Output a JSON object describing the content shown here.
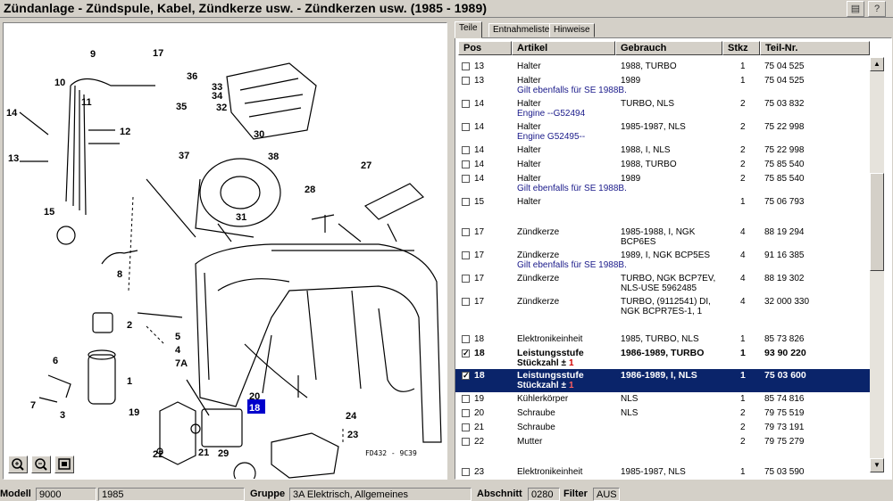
{
  "window": {
    "title": "Zündanlage - Zündspule, Kabel, Zündkerze usw. - Zündkerzen usw.    (1985 - 1989)",
    "toolbar_icons": [
      "print-icon",
      "help-icon"
    ]
  },
  "tabs": [
    {
      "label": "Teile",
      "active": true
    },
    {
      "label": "Entnahmeliste",
      "active": false
    },
    {
      "label": "Hinweise",
      "active": false
    }
  ],
  "columns": [
    "Pos",
    "Artikel",
    "Gebrauch",
    "Stkz",
    "Teil-Nr."
  ],
  "rows": [
    {
      "pos": "13",
      "artikel": "Halter",
      "gebrauch": "1988, TURBO",
      "stkz": "1",
      "teilnr": "75 04 525",
      "checked": false
    },
    {
      "pos": "13",
      "artikel": "Halter",
      "gebrauch": "1989",
      "stkz": "1",
      "teilnr": "75 04 525",
      "note": "Gilt ebenfalls für SE 1988B.",
      "checked": false
    },
    {
      "pos": "14",
      "artikel": "Halter",
      "gebrauch": "TURBO, NLS",
      "stkz": "2",
      "teilnr": "75 03 832",
      "note": "Engine --G52494",
      "checked": false
    },
    {
      "pos": "14",
      "artikel": "Halter",
      "gebrauch": "1985-1987, NLS",
      "stkz": "2",
      "teilnr": "75 22 998",
      "note": "Engine G52495--",
      "checked": false
    },
    {
      "pos": "14",
      "artikel": "Halter",
      "gebrauch": "1988, I, NLS",
      "stkz": "2",
      "teilnr": "75 22 998",
      "checked": false
    },
    {
      "pos": "14",
      "artikel": "Halter",
      "gebrauch": "1988, TURBO",
      "stkz": "2",
      "teilnr": "75 85 540",
      "checked": false
    },
    {
      "pos": "14",
      "artikel": "Halter",
      "gebrauch": "1989",
      "stkz": "2",
      "teilnr": "75 85 540",
      "note": "Gilt ebenfalls für SE 1988B.",
      "checked": false
    },
    {
      "pos": "15",
      "artikel": "Halter",
      "gebrauch": "",
      "stkz": "1",
      "teilnr": "75 06 793",
      "checked": false
    },
    {
      "pos": "17",
      "artikel": "Zündkerze",
      "gebrauch": "1985-1988, I, NGK",
      "gebrauch2": "BCP6ES",
      "stkz": "4",
      "teilnr": "88 19 294",
      "checked": false
    },
    {
      "pos": "17",
      "artikel": "Zündkerze",
      "gebrauch": "1989, I, NGK BCP5ES",
      "stkz": "4",
      "teilnr": "91 16 385",
      "note": "Gilt ebenfalls für SE 1988B.",
      "checked": false
    },
    {
      "pos": "17",
      "artikel": "Zündkerze",
      "gebrauch": "TURBO, NGK BCP7EV,",
      "gebrauch2": "NLS-USE 5962485",
      "stkz": "4",
      "teilnr": "88 19 302",
      "checked": false
    },
    {
      "pos": "17",
      "artikel": "Zündkerze",
      "gebrauch": "TURBO, (9112541) DI,",
      "gebrauch2": "NGK BCPR7ES-1, 1",
      "stkz": "4",
      "teilnr": "32 000 330",
      "checked": false
    },
    {
      "pos": "18",
      "artikel": "Elektronikeinheit",
      "gebrauch": "1985, TURBO, NLS",
      "stkz": "1",
      "teilnr": "85 73 826",
      "checked": false
    },
    {
      "pos": "18",
      "artikel": "Leistungsstufe",
      "gebrauch": "1986-1989, TURBO",
      "stkz": "1",
      "teilnr": "93 90 220",
      "sub_label": "Stückzahl ±",
      "sub_value": "1",
      "checked": true,
      "bold": true
    },
    {
      "pos": "18",
      "artikel": "Leistungsstufe",
      "gebrauch": "1986-1989, I, NLS",
      "stkz": "1",
      "teilnr": "75 03 600",
      "sub_label": "Stückzahl ±",
      "sub_value": "1",
      "checked": true,
      "bold": true,
      "selected": true
    },
    {
      "pos": "19",
      "artikel": "Kühlerkörper",
      "gebrauch": "NLS",
      "stkz": "1",
      "teilnr": "85 74 816",
      "checked": false
    },
    {
      "pos": "20",
      "artikel": "Schraube",
      "gebrauch": "NLS",
      "stkz": "2",
      "teilnr": "79 75 519",
      "checked": false
    },
    {
      "pos": "21",
      "artikel": "Schraube",
      "gebrauch": "",
      "stkz": "2",
      "teilnr": "79 73 191",
      "checked": false
    },
    {
      "pos": "22",
      "artikel": "Mutter",
      "gebrauch": "",
      "stkz": "2",
      "teilnr": "79 75 279",
      "checked": false
    },
    {
      "pos": "23",
      "artikel": "Elektronikeinheit",
      "gebrauch": "1985-1987, NLS",
      "stkz": "1",
      "teilnr": "75 03 590",
      "checked": false
    }
  ],
  "diagram": {
    "code": "FD432 - 9C39",
    "labels": [
      "1",
      "2",
      "3",
      "4",
      "5",
      "6",
      "7",
      "7A",
      "8",
      "9",
      "10",
      "11",
      "12",
      "13",
      "14",
      "15",
      "17",
      "18",
      "19",
      "20",
      "21",
      "22",
      "23",
      "24",
      "27",
      "28",
      "29",
      "30",
      "31",
      "32",
      "33",
      "34",
      "35",
      "36",
      "37",
      "38"
    ],
    "highlight": "18",
    "zoom_buttons": [
      "zoom-in-icon",
      "zoom-out-icon",
      "fit-window-icon"
    ]
  },
  "status": {
    "modell_label": "Modell",
    "modell_value": "9000",
    "year_value": "1985",
    "gruppe_label": "Gruppe",
    "gruppe_value": "3A Elektrisch, Allgemeines",
    "abschnitt_label": "Abschnitt",
    "abschnitt_value": "0280",
    "filter_label": "Filter",
    "filter_value": "AUS"
  }
}
